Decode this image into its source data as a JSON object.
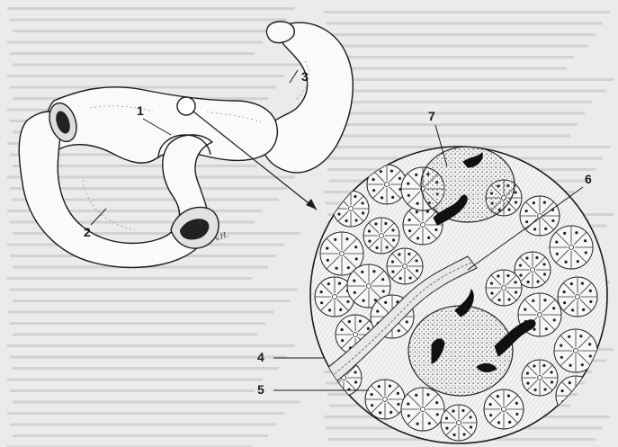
{
  "figure": {
    "labels": {
      "l1": "1",
      "l2": "2",
      "l3": "3",
      "l4": "4",
      "l5": "5",
      "l6": "6",
      "l7": "7"
    },
    "signature": "v.H."
  },
  "colors": {
    "paper": "#ebebeb",
    "ink": "#1a1a1a",
    "bleed_through": "#d2d2d2",
    "lumen": "#111111"
  }
}
